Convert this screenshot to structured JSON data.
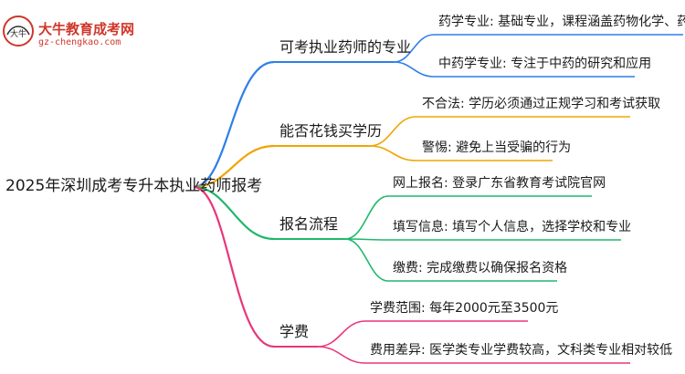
{
  "logo": {
    "name": "大牛教育成考网",
    "url": "gz-chengkao.com",
    "mark_text": "大牛"
  },
  "root": {
    "label": "2025年深圳成考专升本执业药师报考"
  },
  "branches": [
    {
      "label": "可考执业药师的专业",
      "color": "#2f7fe8",
      "children": [
        "药学专业: 基础专业，课程涵盖药物化学、药理学",
        "中药学专业: 专注于中药的研究和应用"
      ]
    },
    {
      "label": "能否花钱买学历",
      "color": "#f0a500",
      "children": [
        "不合法: 学历必须通过正规学习和考试获取",
        "警惕: 避免上当受骗的行为"
      ]
    },
    {
      "label": "报名流程",
      "color": "#1fb86b",
      "children": [
        "网上报名: 登录广东省教育考试院官网",
        "填写信息: 填写个人信息，选择学校和专业",
        "缴费: 完成缴费以确保报名资格"
      ]
    },
    {
      "label": "学费",
      "color": "#e8367a",
      "children": [
        "学费范围: 每年2000元至3500元",
        "费用差异: 医学类专业学费较高，文科类专业相对较低"
      ]
    }
  ]
}
